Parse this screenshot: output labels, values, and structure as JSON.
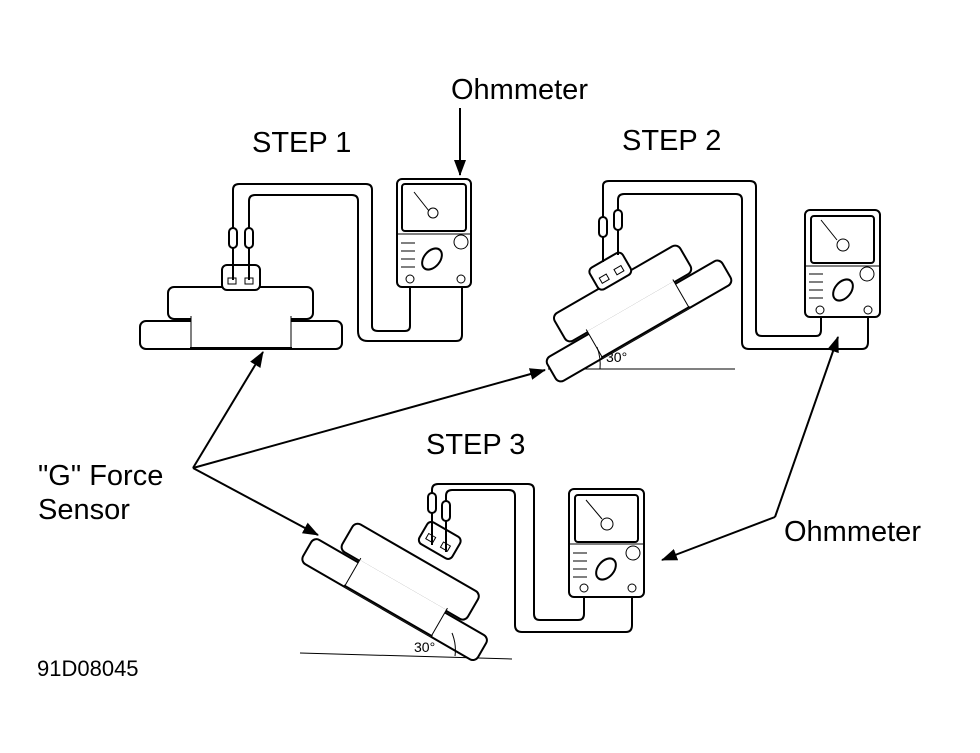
{
  "labels": {
    "step1": "STEP 1",
    "step2": "STEP 2",
    "step3": "STEP 3",
    "ohmmeter_top": "Ohmmeter",
    "ohmmeter_right": "Ohmmeter",
    "sensor_line1": "\"G\" Force",
    "sensor_line2": "Sensor",
    "angle_step2": "30°",
    "angle_step3": "30°",
    "figure_code": "91D08045"
  },
  "icons": [
    "g-force-sensor",
    "ohmmeter",
    "connector",
    "probe-lead",
    "arrow"
  ]
}
